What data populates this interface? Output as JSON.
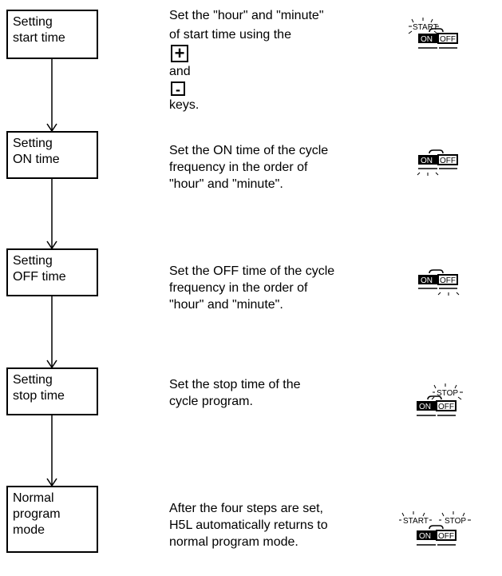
{
  "steps": [
    {
      "box_lines": [
        "Setting",
        "start time"
      ],
      "desc_lines": [
        "Set the \"hour\" and \"minute\"",
        "of start time using  the",
        "and",
        "keys."
      ],
      "keys": [
        "+",
        "-"
      ]
    },
    {
      "box_lines": [
        "Setting",
        "ON time"
      ],
      "desc_lines": [
        "Set the ON time of the cycle",
        "frequency in the order of",
        "\"hour\" and \"minute\"."
      ]
    },
    {
      "box_lines": [
        "Setting",
        "OFF time"
      ],
      "desc_lines": [
        "Set the OFF time of the cycle",
        "frequency in the order of",
        "\"hour\" and \"minute\"."
      ]
    },
    {
      "box_lines": [
        "Setting",
        "stop time"
      ],
      "desc_lines": [
        "Set the stop time of the",
        "cycle program."
      ]
    },
    {
      "box_lines": [
        "Normal",
        "program",
        "mode"
      ],
      "desc_lines": [
        "After the four steps are set,",
        "H5L automatically returns to",
        "normal program mode."
      ]
    }
  ],
  "indicator": {
    "on": "ON",
    "off": "OFF",
    "start": "START",
    "stop": "STOP"
  },
  "colors": {
    "ink": "#000000",
    "background": "#ffffff"
  }
}
